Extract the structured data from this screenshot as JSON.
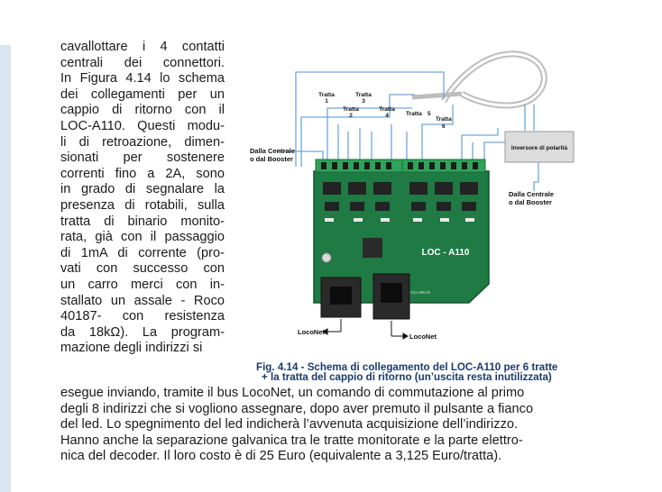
{
  "left_column": [
    "cavallottare i 4 contatti",
    "centrali dei connettori.",
    "In Figura 4.14 lo schema",
    "dei collegamenti per un",
    "cappio di ritorno con il",
    "LOC-A110. Questi modu-",
    "li di retroazione, dimen-",
    "sionati per sostenere",
    "correnti fino a 2A, sono",
    "in grado di segnalare la",
    "presenza di rotabili, sulla",
    "tratta di binario monito-",
    "rata, già con il passaggio",
    "di 1mA di corrente (pro-",
    "vati con successo con",
    "un carro merci con in-",
    "stallato un assale - Roco",
    "40187- con resistenza",
    "da 18kΩ). La program-",
    "mazione degli indirizzi si"
  ],
  "bottom_lines": [
    "esegue inviando, tramite il bus LocoNet, un comando di commutazione al primo",
    "degli 8 indirizzi che si vogliono assegnare, dopo aver premuto il pulsante a fianco",
    "del led. Lo spegnimento del led indicherà l’avvenuta acquisizione dell’indirizzo.",
    "Hanno anche la separazione galvanica tra le tratte monitorate e la parte elettro-",
    "nica del decoder. Il loro costo è di 25 Euro (equivalente a 3,125 Euro/tratta)."
  ],
  "caption": [
    "Fig. 4.14 - Schema di collegamento del LOC-A110 per 6 tratte",
    "+ la tratta del cappio di ritorno (un’uscita resta inutilizzata)"
  ],
  "figure": {
    "tratta_word": "Tratta",
    "tratta_numbers": [
      "1",
      "2",
      "3",
      "4",
      "5",
      "6"
    ],
    "source_left": [
      "Dalla Centrale",
      "o dal Booster"
    ],
    "source_right": [
      "Dalla Centrale",
      "o dal Booster"
    ],
    "inverter_label": "Inversore di polarità",
    "board_label": "LOC - A110",
    "serial_text": "CDCNIKL-TAS-LREAS",
    "loconet_labels": [
      "LocoNet",
      "LocoNet"
    ]
  },
  "colors": {
    "wire": "#6fa8dc",
    "board": "#1f7a44",
    "terminal": "#2fa35a",
    "inverter_box": "#dcdcdc",
    "caption_text": "#1b3b6b",
    "side_bar": "#d7e6f1"
  }
}
